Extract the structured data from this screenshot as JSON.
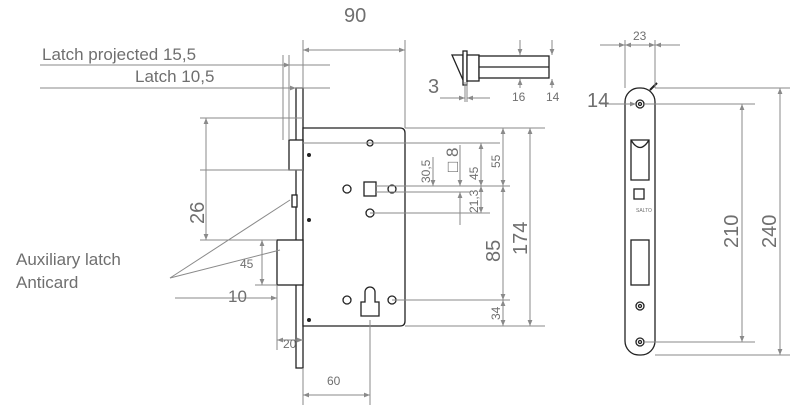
{
  "labels": {
    "latch_projected": "Latch projected 15,5",
    "latch": "Latch 10,5",
    "auxiliary_latch": "Auxiliary latch",
    "anticard": "Anticard",
    "brand_logo": "SALTO"
  },
  "dimensions": {
    "width_90": "90",
    "backset_60": "60",
    "faceplate_offset_20": "20",
    "aux_offset_10": "10",
    "aux_height_45": "45",
    "aux_pos_26": "26",
    "latch_top_3": "3",
    "latch_16": "16",
    "latch_14": "14",
    "faceplate_width_23": "23",
    "faceplate_offset_14": "14",
    "d30_5": "30,5",
    "square_8": "□ 8",
    "d45": "45",
    "d55": "55",
    "d21_3": "21,3",
    "d85": "85",
    "d174": "174",
    "d34": "34",
    "d210": "210",
    "d240": "240"
  },
  "colors": {
    "line": "#222222",
    "dimension": "#8a8a8a",
    "text": "#6f6f6f"
  }
}
